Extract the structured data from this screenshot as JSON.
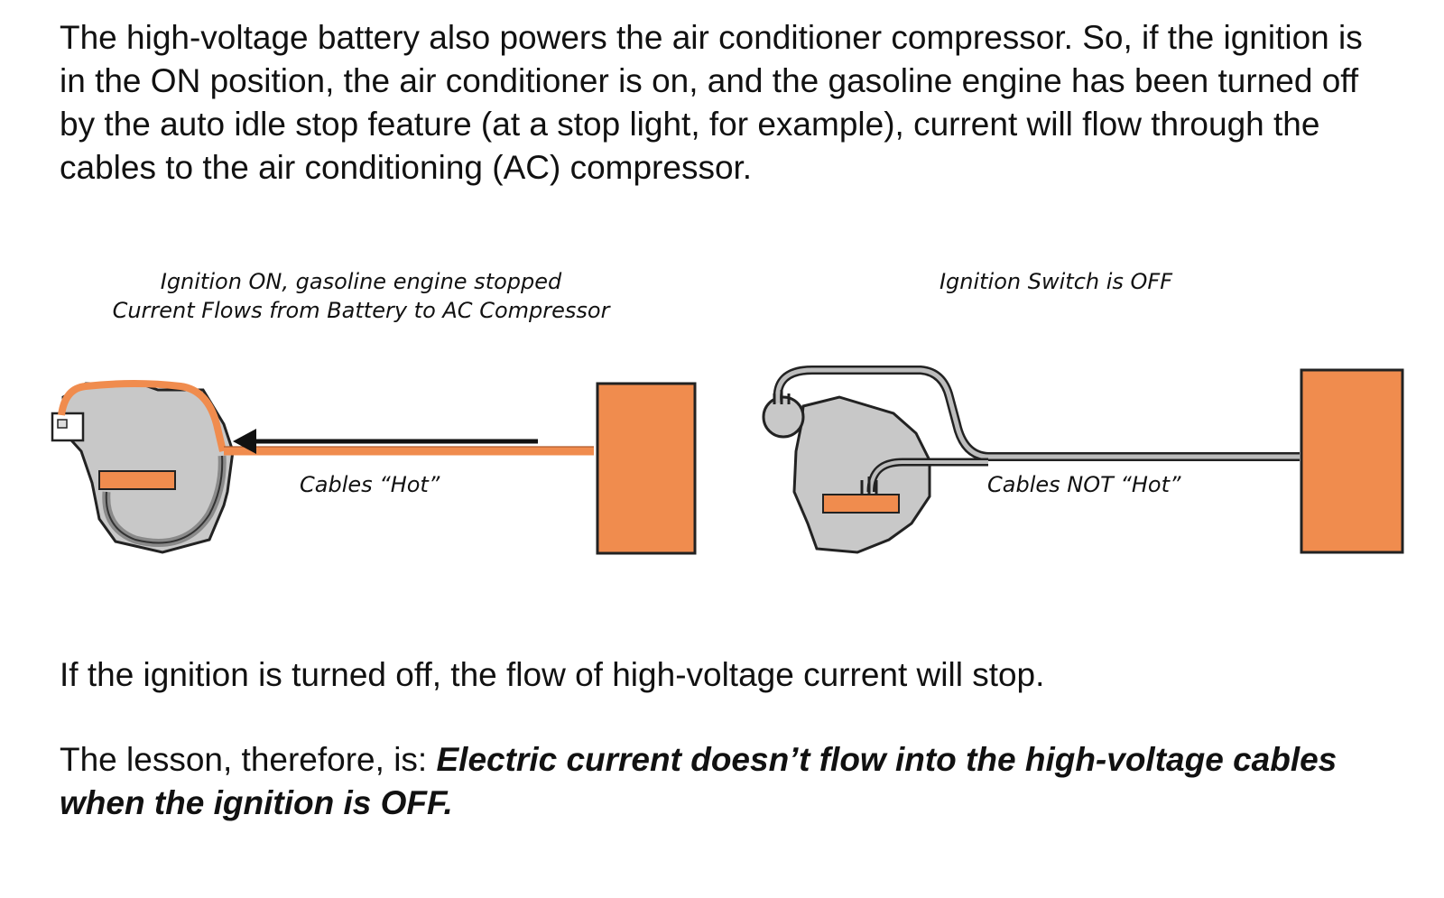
{
  "intro_text": "The high-voltage battery also powers the air conditioner compressor. So, if the ignition is in the ON position, the air conditioner is on, and the gasoline engine has been turned off by the auto idle stop feature (at a stop light, for example), current will flow through the cables to the air conditioning (AC) compressor.",
  "left_diagram": {
    "caption_line1": "Ignition ON, gasoline engine stopped",
    "caption_line2": "Current Flows from Battery to AC Compressor",
    "cable_label": "Cables “Hot”"
  },
  "right_diagram": {
    "caption": "Ignition Switch is OFF",
    "cable_label": "Cables NOT “Hot”"
  },
  "after_text": "If the ignition is turned off, the flow of high-voltage current will stop.",
  "lesson": {
    "prefix": "The lesson, therefore, is: ",
    "emphasis": "Electric current doesn’t flow into the high-voltage cables when the ignition is OFF."
  },
  "colors": {
    "hot_cable": "#f08c4e",
    "component_fill": "#f08c4e",
    "engine_fill": "#c8c8c8",
    "outline": "#222222"
  }
}
